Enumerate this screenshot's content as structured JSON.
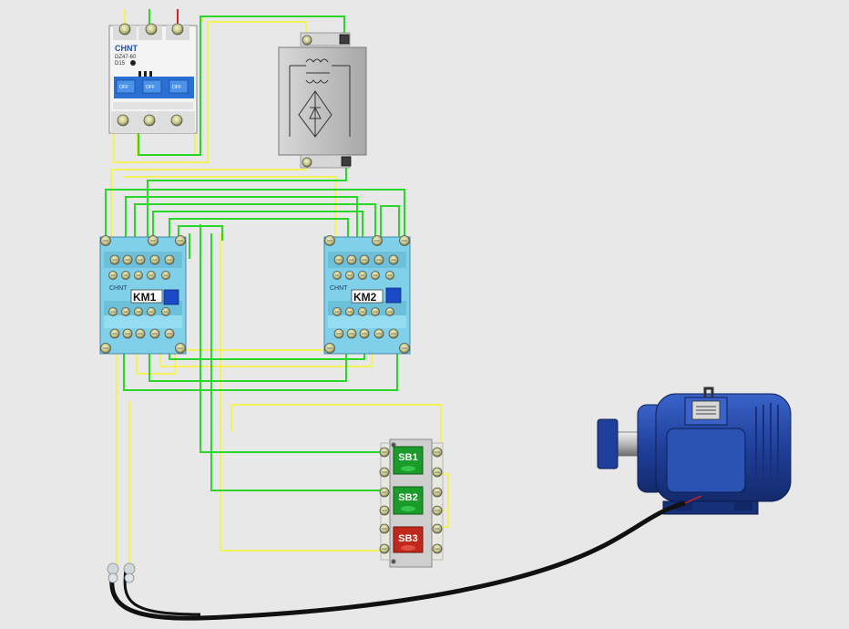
{
  "colors": {
    "background": "#e8e8e8",
    "wire_yellow": "#f2f25a",
    "wire_green": "#2ad62a",
    "wire_red": "#e02020",
    "contactor_body": "#7fd0e8",
    "motor_blue": "#1f3f9a",
    "button_green": "#1b9b2a",
    "button_red": "#c0281c"
  },
  "breaker": {
    "brand": "CHNT",
    "model": "DZ47-60",
    "rating": "D15",
    "off_labels": [
      "OFF",
      "OFF",
      "OFF"
    ]
  },
  "rectifier": {
    "kind": "transformer-rectifier module"
  },
  "contactors": [
    {
      "brand": "CHNT",
      "label": "KM1"
    },
    {
      "brand": "CHNT",
      "label": "KM2"
    }
  ],
  "buttons": [
    {
      "label": "SB1",
      "color": "green"
    },
    {
      "label": "SB2",
      "color": "green"
    },
    {
      "label": "SB3",
      "color": "red"
    }
  ],
  "motor": {
    "kind": "three-phase motor"
  }
}
